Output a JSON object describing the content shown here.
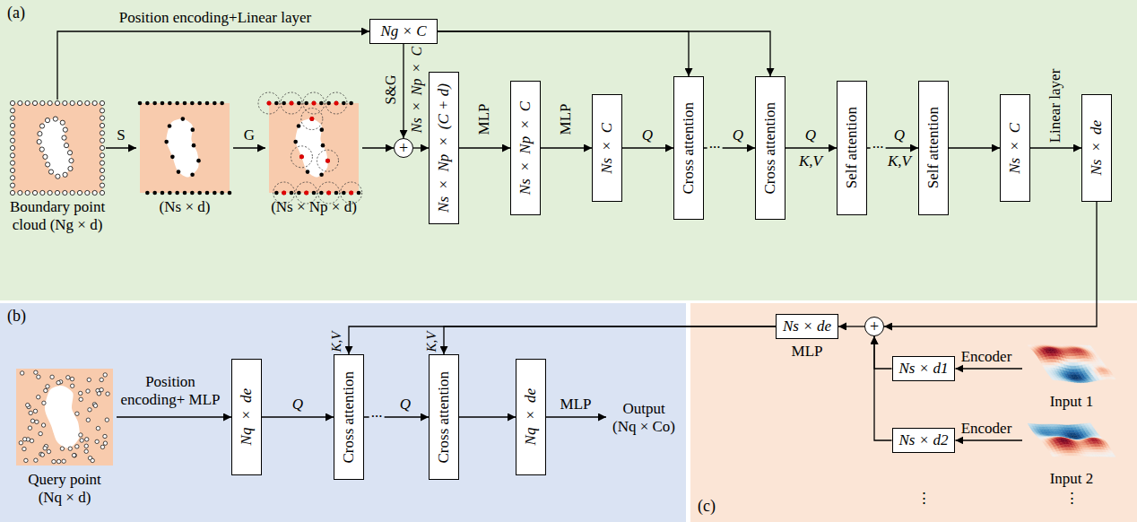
{
  "diagram": {
    "nodes": [
      {
        "text": [
          "(a)"
        ]
      },
      {
        "text": [
          "Boundary point cloud (Ng × d)"
        ],
        "in": 0
      },
      {
        "text": [
          "(Ns × d)"
        ],
        "in": 0
      },
      {
        "text": [
          "(Ns × Np × d)"
        ],
        "in": 0
      },
      {
        "text": [
          "Ng × C"
        ],
        "in": 0
      },
      {
        "text": [
          "+"
        ],
        "in": 0
      },
      {
        "text": [
          "Ns × Np × (C + d)"
        ],
        "in": 0
      },
      {
        "text": [
          "Ns × Np × C"
        ],
        "in": 0
      },
      {
        "text": [
          "Ns × C"
        ],
        "in": 0
      },
      {
        "text": [
          "Cross attention"
        ],
        "in": 0
      },
      {
        "text": [
          "Cross attention"
        ],
        "in": 0
      },
      {
        "text": [
          "Self attention"
        ],
        "in": 0
      },
      {
        "text": [
          "Self attention"
        ],
        "in": 0
      },
      {
        "text": [
          "Ns × C"
        ],
        "in": 0
      },
      {
        "text": [
          "Ns × de"
        ],
        "in": 0
      },
      {
        "text": [
          "(b)"
        ]
      },
      {
        "text": [
          "Query point (Nq × d)"
        ],
        "in": 15
      },
      {
        "text": [
          "Nq × de"
        ],
        "in": 15
      },
      {
        "text": [
          "Cross attention"
        ],
        "in": 15
      },
      {
        "text": [
          "Cross attention"
        ],
        "in": 15
      },
      {
        "text": [
          "Nq × de"
        ],
        "in": 15
      },
      {
        "text": [
          "(c)"
        ]
      },
      {
        "text": [
          "Ns × de"
        ],
        "in": 21
      },
      {
        "text": [
          "+"
        ],
        "in": 21
      },
      {
        "text": [
          "Ns × d1"
        ],
        "in": 21
      },
      {
        "text": [
          "Ns × d2"
        ],
        "in": 21
      },
      {
        "text": [
          "Input 1"
        ],
        "in": 21
      },
      {
        "text": [
          "Input 2"
        ],
        "in": 21
      }
    ],
    "edges": [
      {
        "from": 1,
        "to": 4,
        "arrow": "to",
        "label": "Position encoding+Linear layer"
      },
      {
        "from": 1,
        "to": 2,
        "arrow": "to",
        "label": "S"
      },
      {
        "from": 2,
        "to": 3,
        "arrow": "to",
        "label": "G"
      },
      {
        "from": 4,
        "to": 5,
        "arrow": "to",
        "label": "S&G"
      },
      {
        "from": 3,
        "to": 5,
        "arrow": "to"
      },
      {
        "from": 5,
        "to": 6,
        "arrow": "to"
      },
      {
        "from": 6,
        "to": 7,
        "arrow": "to",
        "label": "MLP"
      },
      {
        "from": 7,
        "to": 8,
        "arrow": "to",
        "label": "MLP"
      },
      {
        "from": 8,
        "to": 9,
        "arrow": "to",
        "label": "Q"
      },
      {
        "from": 9,
        "to": 10,
        "arrow": "to",
        "label": "Q"
      },
      {
        "from": 10,
        "to": 11,
        "arrow": "to",
        "label": "Q"
      },
      {
        "from": 11,
        "to": 12,
        "arrow": "to",
        "label": "Q"
      },
      {
        "from": 12,
        "to": 13,
        "arrow": "to"
      },
      {
        "from": 13,
        "to": 14,
        "arrow": "to",
        "label": "Linear layer"
      },
      {
        "from": 4,
        "to": 9,
        "arrow": "to"
      },
      {
        "from": 4,
        "to": 10,
        "arrow": "to"
      },
      {
        "from": 14,
        "to": 23,
        "arrow": "to"
      },
      {
        "from": 16,
        "to": 17,
        "arrow": "to",
        "label": "Position encoding+ MLP"
      },
      {
        "from": 17,
        "to": 18,
        "arrow": "to",
        "label": "Q"
      },
      {
        "from": 18,
        "to": 19,
        "arrow": "to",
        "label": "Q"
      },
      {
        "from": 19,
        "to": 20,
        "arrow": "to"
      },
      {
        "from": 22,
        "to": 18,
        "arrow": "to",
        "label": "K,V"
      },
      {
        "from": 22,
        "to": 19,
        "arrow": "to",
        "label": "K,V"
      },
      {
        "from": 23,
        "to": 22,
        "arrow": "to",
        "label": "MLP"
      },
      {
        "from": 24,
        "to": 23,
        "arrow": "to"
      },
      {
        "from": 25,
        "to": 23,
        "arrow": "to"
      },
      {
        "from": 26,
        "to": 24,
        "arrow": "to",
        "label": "Encoder"
      },
      {
        "from": 27,
        "to": 25,
        "arrow": "to",
        "label": "Encoder"
      }
    ],
    "labels": [
      "Ns × Np × C",
      "...",
      "K,V",
      "...",
      "K,V",
      "...",
      "MLP",
      "Output (Nq × Co)",
      "⋮",
      "⋮"
    ]
  }
}
